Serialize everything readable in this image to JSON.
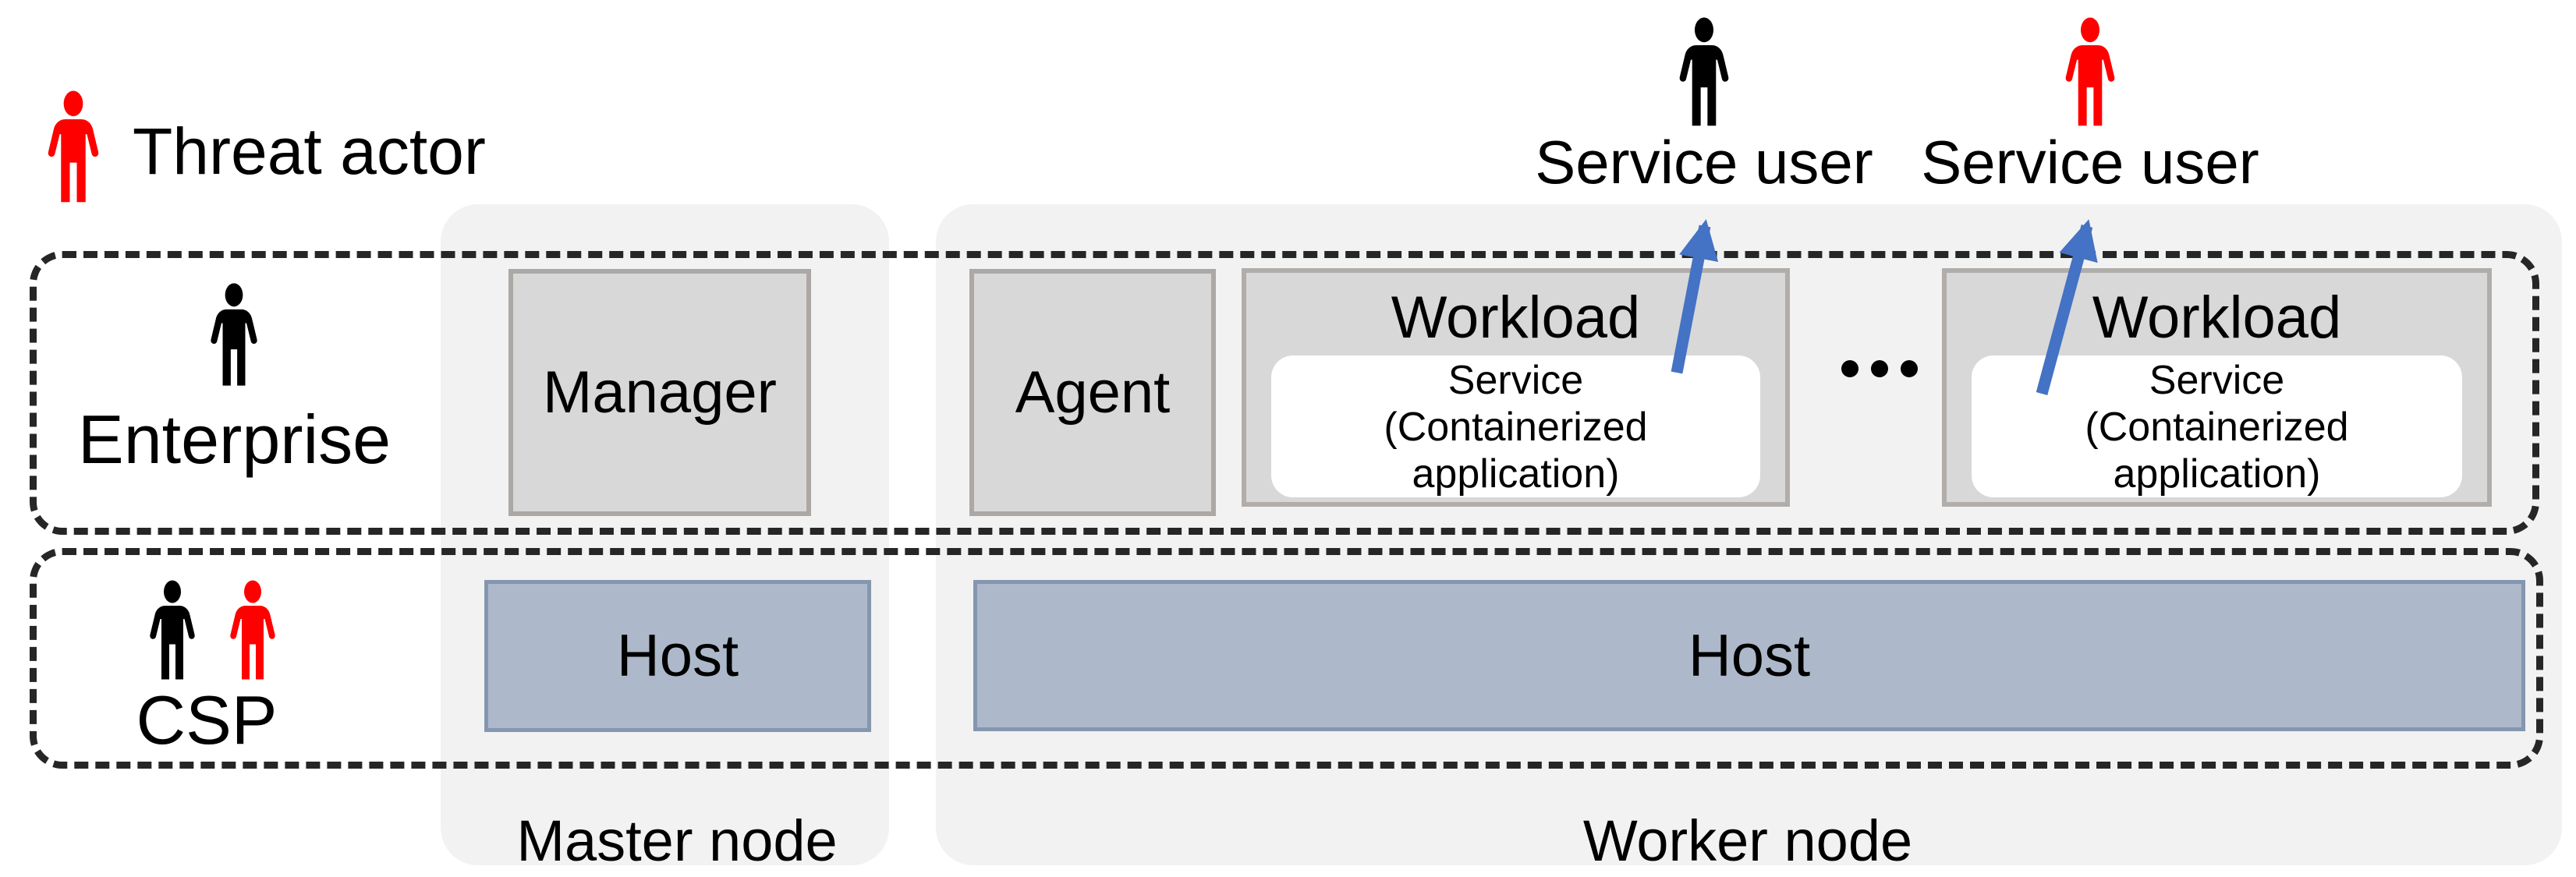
{
  "legend": {
    "threat_actor": "Threat actor"
  },
  "service_users": {
    "user1": "Service user",
    "user2": "Service user"
  },
  "enterprise": {
    "label": "Enterprise",
    "manager": "Manager",
    "agent": "Agent",
    "workload1": {
      "title": "Workload",
      "line1": "Service",
      "line2": "(Containerized",
      "line3": "application)"
    },
    "workload2": {
      "title": "Workload",
      "line1": "Service",
      "line2": "(Containerized",
      "line3": "application)"
    }
  },
  "csp": {
    "label": "CSP",
    "master_host": "Host",
    "worker_host": "Host"
  },
  "nodes": {
    "master": "Master node",
    "worker": "Worker node"
  },
  "colors": {
    "arrow_blue": "#4472C4",
    "threat_red": "#FF0000",
    "host_fill": "#ADB9CA",
    "host_border": "#8496B0",
    "box_fill": "#D8D8D8",
    "box_border": "#ABA8A5",
    "panel_gray": "#F2F2F2",
    "dash_black": "#262626",
    "service_bg": "#FFFFFF"
  }
}
